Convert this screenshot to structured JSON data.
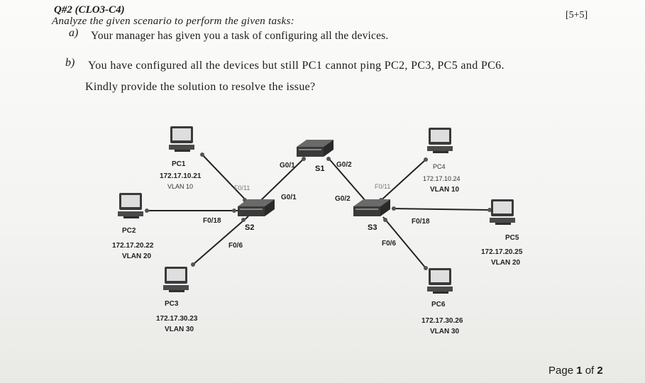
{
  "header": {
    "question_number": "Q#2 (CLO3-C4)",
    "instruction": "Analyze the given scenario to perform the given tasks:",
    "marks": "[5+5]"
  },
  "tasks": {
    "a_marker": "a)",
    "a_text": "Your manager has given you a task of configuring all the devices.",
    "b_marker": "b)",
    "b_text_line1": "You have configured all the devices but still PC1 cannot ping PC2, PC3, PC5 and PC6.",
    "b_text_line2": "Kindly provide the solution to resolve the issue?"
  },
  "diagram": {
    "switches": [
      {
        "name": "S1"
      },
      {
        "name": "S2"
      },
      {
        "name": "S3"
      }
    ],
    "pcs": [
      {
        "name": "PC1",
        "ip": "172.17.10.21",
        "vlan": "VLAN 10"
      },
      {
        "name": "PC2",
        "ip": "172.17.20.22",
        "vlan": "VLAN 20"
      },
      {
        "name": "PC3",
        "ip": "172.17.30.23",
        "vlan": "VLAN 30"
      },
      {
        "name": "PC4",
        "ip": "172.17.10.24",
        "vlan": "VLAN 10"
      },
      {
        "name": "PC5",
        "ip": "172.17.20.25",
        "vlan": "VLAN 20"
      },
      {
        "name": "PC6",
        "ip": "172.17.30.26",
        "vlan": "VLAN 30"
      }
    ],
    "ports": {
      "s1_g01": "G0/1",
      "s1_g02": "G0/2",
      "s2_g01": "G0/1",
      "s3_g02": "G0/2",
      "s2_f011": "F0/11",
      "s2_f018": "F0/18",
      "s2_f06": "F0/6",
      "s3_f011": "F0/11",
      "s3_f018": "F0/18",
      "s3_f06": "F0/6"
    }
  },
  "footer": {
    "page_prefix": "Page ",
    "page_current": "1",
    "page_mid": " of ",
    "page_total": "2"
  },
  "colors": {
    "ink": "#1c1c1c",
    "link_dot": "#555555",
    "device_dark": "#3a3a3a"
  }
}
